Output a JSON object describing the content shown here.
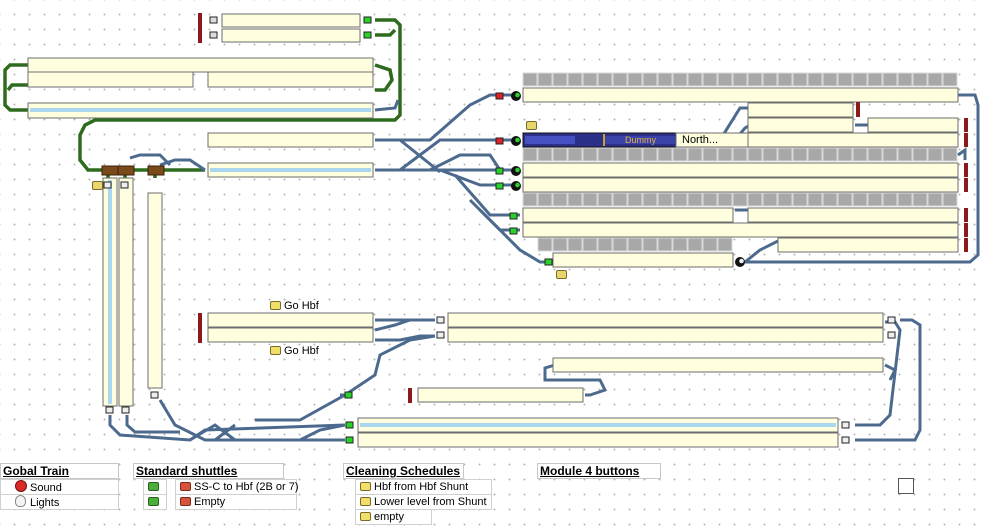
{
  "track_labels": {
    "go_hbf_1": "Go Hbf",
    "go_hbf_2": "Go Hbf",
    "north_train_label": "North...",
    "dummy_loco_label": "Dummy"
  },
  "panels": {
    "global_options": {
      "title": "Gobal Train Options",
      "items": [
        {
          "label": "Sound",
          "icon": "red-lamp-icon"
        },
        {
          "label": "Lights",
          "icon": "bulb-icon"
        }
      ]
    },
    "standard_shuttles": {
      "title": "Standard shuttles",
      "items": [
        {
          "label": "SS-C to Hbf (2B or 7)",
          "icon": "red-button-icon"
        },
        {
          "label": "Empty",
          "icon": "red-button-icon"
        }
      ]
    },
    "cleaning_schedules": {
      "title": "Cleaning Schedules",
      "items": [
        {
          "label": "Hbf from Hbf Shunt",
          "icon": "yellow-button-icon"
        },
        {
          "label": "Lower level from Shunt",
          "icon": "yellow-button-icon"
        },
        {
          "label": "empty",
          "icon": "yellow-button-icon"
        }
      ]
    },
    "module4": {
      "title": "Module 4 buttons"
    }
  },
  "colors": {
    "track_fill": "#ffffe0",
    "rail": "#4c6a8e",
    "rail_active": "#2e6b1e",
    "buffer": "#8b1a1a",
    "occupied_stripe": "#a9d7f0",
    "platform_grey": "#a0a0a0"
  }
}
